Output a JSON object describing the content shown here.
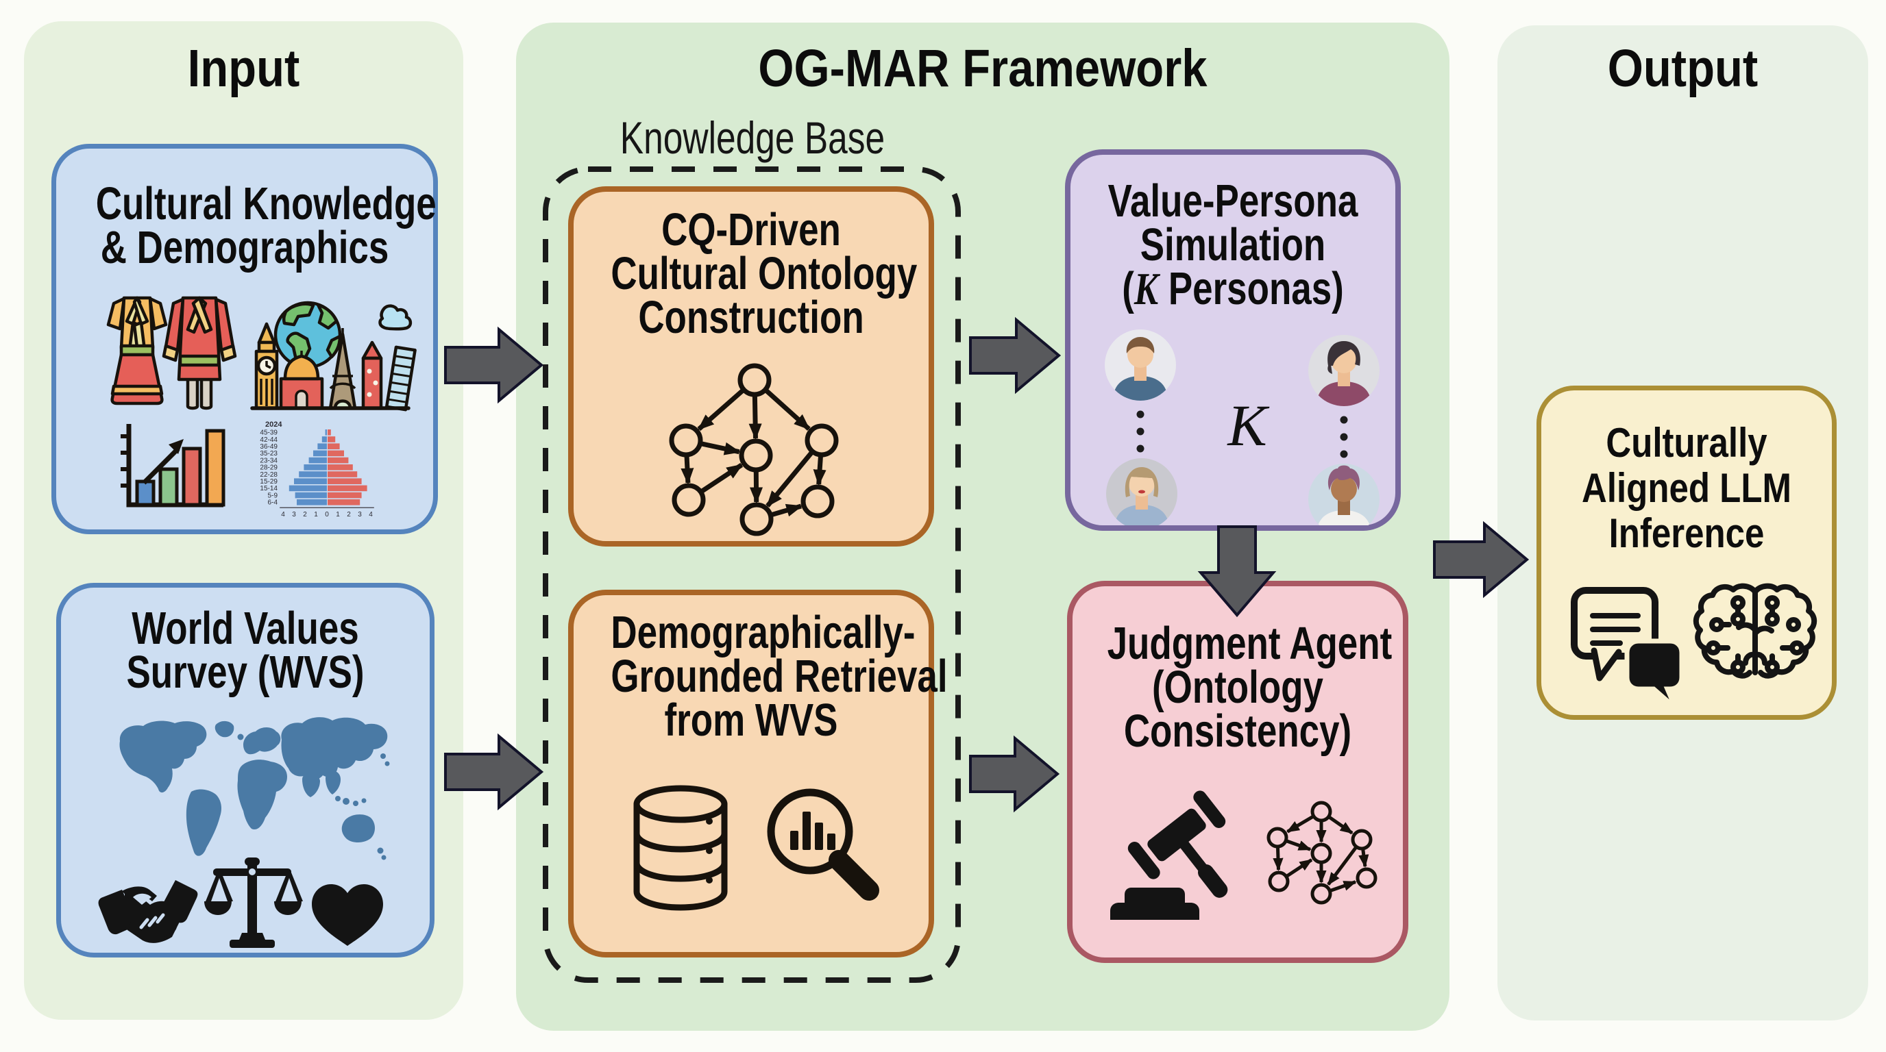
{
  "columns": {
    "input": {
      "title": "Input"
    },
    "framework": {
      "title": "OG-MAR Framework",
      "knowledge_base_label": "Knowledge Base"
    },
    "output": {
      "title": "Output"
    }
  },
  "nodes": {
    "cultural": {
      "lines": [
        "Cultural Knowledge",
        "& Demographics"
      ]
    },
    "wvs": {
      "lines": [
        "World Values",
        "Survey (WVS)"
      ]
    },
    "cq": {
      "lines": [
        "CQ-Driven",
        "Cultural Ontology",
        "Construction"
      ]
    },
    "retrieval": {
      "lines": [
        "Demographically-",
        "Grounded Retrieval",
        "from WVS"
      ]
    },
    "persona": {
      "lines": [
        "Value-Persona",
        "Simulation"
      ],
      "line3_open": "(",
      "line3_k": "K",
      "line3_rest": " Personas)",
      "k_symbol": "K"
    },
    "judgment": {
      "lines": [
        "Judgment Agent",
        "(Ontology",
        "Consistency)"
      ]
    },
    "llm": {
      "lines": [
        "Culturally",
        "Aligned LLM",
        "Inference"
      ]
    }
  },
  "colors": {
    "page_background": "#fbfcf7",
    "input_panel": "#e7f1de",
    "framework_panel": "#d8ebd2",
    "output_panel": "#e9f1e6",
    "blue_box_fill": "#cddef2",
    "blue_box_border": "#5584bd",
    "orange_box_fill": "#f8d8b4",
    "orange_box_border": "#aa6526",
    "purple_box_fill": "#dcd2ec",
    "purple_box_border": "#77679e",
    "pink_box_fill": "#f6ced4",
    "pink_box_border": "#aa5863",
    "yellow_box_fill": "#f9f0cf",
    "yellow_box_border": "#ab8f35",
    "arrow_fill": "#58595c",
    "arrow_outline": "#13132a",
    "dashed_border": "#1a1a1a",
    "map_blue": "#4a7aa5"
  },
  "icons": {
    "bar_chart": {
      "values": [
        34,
        52,
        82,
        108
      ],
      "bar_colors": [
        "#5b8fc9",
        "#8cc58d",
        "#e0685f",
        "#f2a852"
      ]
    },
    "pyramid": {
      "year_label": "2024",
      "age_labels": [
        "45-39",
        "42-44",
        "36-49",
        "35-23",
        "23-34",
        "28-29",
        "22-28",
        "15-29",
        "15-14",
        "5-9",
        "6-4"
      ],
      "left_values": [
        0.15,
        0.45,
        0.85,
        1.25,
        1.65,
        2.1,
        2.55,
        3.0,
        3.45,
        2.9,
        2.75
      ],
      "right_values": [
        0.3,
        0.7,
        1.1,
        1.5,
        1.9,
        2.3,
        2.7,
        3.1,
        3.6,
        3.1,
        2.95
      ],
      "axis_labels": [
        "4",
        "3",
        "2",
        "1",
        "0",
        "1",
        "2",
        "3",
        "4"
      ],
      "left_color": "#5b8fc9",
      "right_color": "#e0685f"
    }
  }
}
